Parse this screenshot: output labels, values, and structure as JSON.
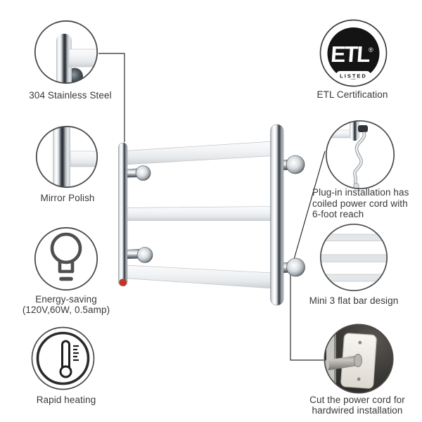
{
  "product": {
    "name": "heated towel warmer rack",
    "bar_count": 3
  },
  "colors": {
    "background": "#ffffff",
    "text": "#383838",
    "circle_stroke": "#4a4a4a",
    "connector_line": "#2b2b2b",
    "indicator_red": "#c63426",
    "etl_black": "#141414",
    "chrome_light": "#f4f6f8",
    "chrome_dark": "#353c43"
  },
  "features": [
    {
      "id": "stainless",
      "icon": "stainless-steel-joint",
      "lines": [
        "304 Stainless Steel"
      ]
    },
    {
      "id": "mirror",
      "icon": "mirror-polish-tube",
      "lines": [
        "Mirror Polish"
      ]
    },
    {
      "id": "energy",
      "icon": "light-bulb",
      "lines": [
        "Energy-saving",
        "(120V,60W, 0.5amp)"
      ]
    },
    {
      "id": "rapid",
      "icon": "thermometer",
      "lines": [
        "Rapid heating"
      ]
    },
    {
      "id": "etl",
      "icon": "etl-listed-mark",
      "lines": [
        "ETL Certification"
      ]
    },
    {
      "id": "plugin",
      "icon": "coiled-power-cord",
      "lines": [
        "Plug-in installation has",
        "coiled power cord with",
        "6-foot reach"
      ]
    },
    {
      "id": "bars",
      "icon": "three-flat-bars",
      "lines": [
        "Mini 3 flat bar design"
      ]
    },
    {
      "id": "hardwired",
      "icon": "hardwired-wall-plate",
      "lines": [
        "Cut the power cord for",
        "hardwired installation"
      ]
    }
  ],
  "etl_mark": {
    "letters": "ETL",
    "listed": "LISTED",
    "registered": "®"
  }
}
